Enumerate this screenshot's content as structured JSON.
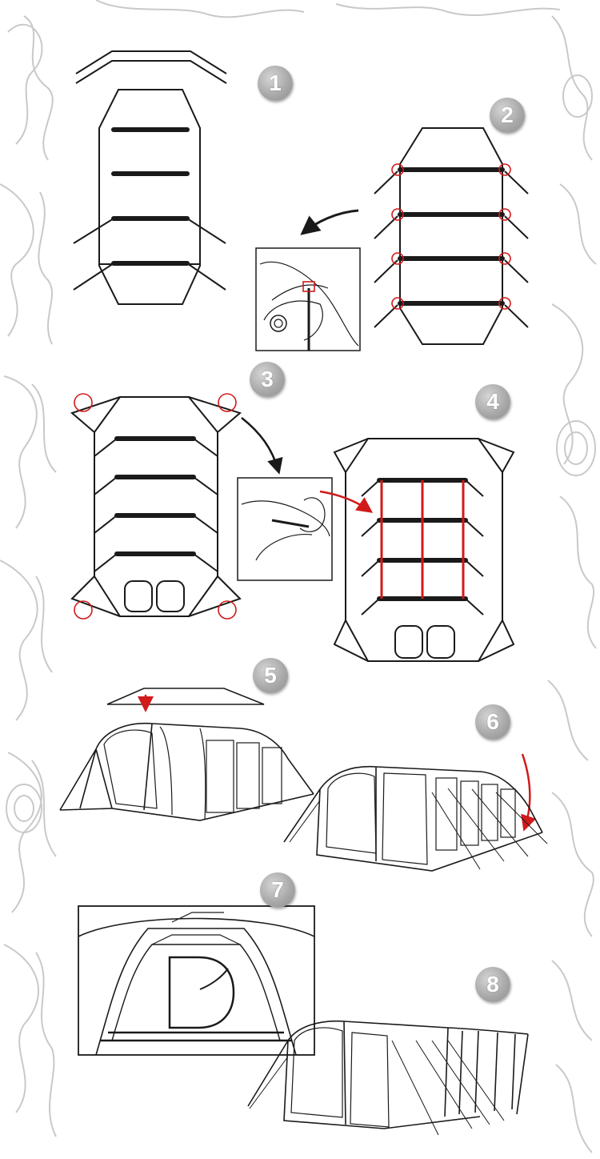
{
  "steps": [
    {
      "number": "1"
    },
    {
      "number": "2"
    },
    {
      "number": "3"
    },
    {
      "number": "4"
    },
    {
      "number": "5"
    },
    {
      "number": "6"
    },
    {
      "number": "7"
    },
    {
      "number": "8"
    }
  ],
  "colors": {
    "line": "#1a1a1a",
    "highlight": "#d11a1a",
    "badge": "#a9a9a9",
    "topo": "#c9c9c9"
  }
}
